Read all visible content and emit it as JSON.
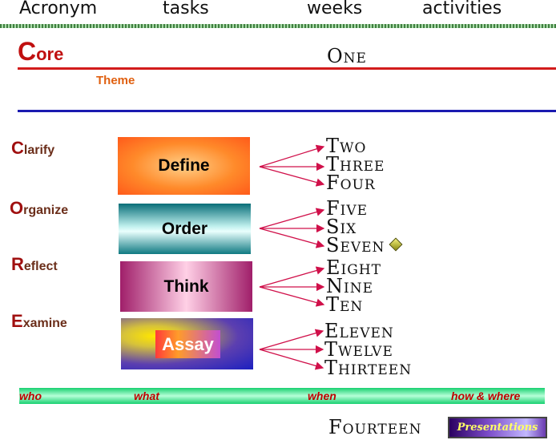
{
  "header": {
    "acronym": "Acronym",
    "tasks": "tasks",
    "weeks": "weeks",
    "activities": "activities"
  },
  "core": {
    "first": "C",
    "rest": "ore",
    "week": "One",
    "theme": "Theme"
  },
  "rows": [
    {
      "acr_first": "C",
      "acr_rest": "larify",
      "task": "Define",
      "weeks": [
        "Two",
        "Three",
        "Four"
      ]
    },
    {
      "acr_first": "O",
      "acr_rest": "rganize",
      "task": "Order",
      "weeks": [
        "Five",
        "Six",
        "Seven"
      ]
    },
    {
      "acr_first": "R",
      "acr_rest": "eflect",
      "task": "Think",
      "weeks": [
        "Eight",
        "Nine",
        "Ten"
      ]
    },
    {
      "acr_first": "E",
      "acr_rest": "xamine",
      "task": "Assay",
      "weeks": [
        "Eleven",
        "Twelve",
        "Thirteen"
      ]
    }
  ],
  "band": {
    "who": "who",
    "what": "what",
    "when": "when",
    "how_where": "how & where"
  },
  "final_week": "Fourteen",
  "presentations": "Presentations",
  "colors": {
    "core_red": "#c01010",
    "rule_red": "#d21b1b",
    "rule_blue": "#1a1ab0",
    "arrow": "#d0104a",
    "theme": "#e06010"
  }
}
